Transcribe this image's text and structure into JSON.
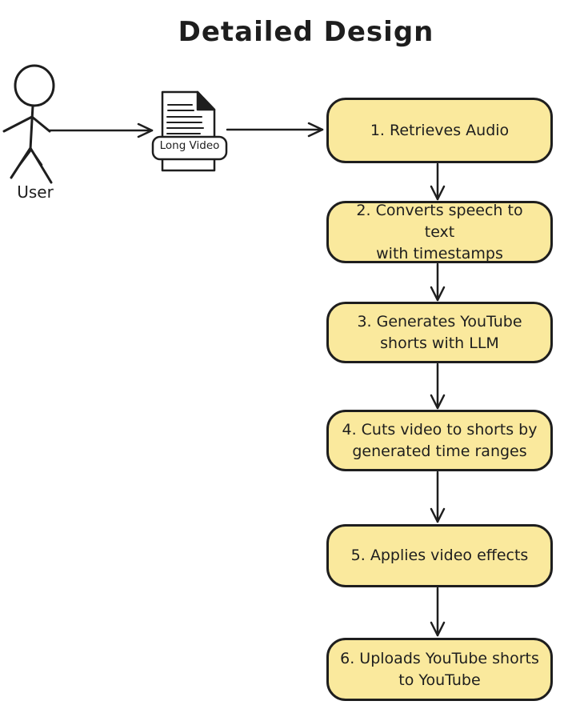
{
  "diagram": {
    "title": "Detailed Design",
    "actor": {
      "label": "User"
    },
    "artifact": {
      "label": "Long Video"
    },
    "steps": [
      {
        "label": "1. Retrieves Audio"
      },
      {
        "label": "2. Converts speech to text\nwith timestamps"
      },
      {
        "label": "3. Generates YouTube\nshorts with LLM"
      },
      {
        "label": "4. Cuts video to shorts by\ngenerated time ranges"
      },
      {
        "label": "5. Applies video effects"
      },
      {
        "label": "6. Uploads YouTube shorts\nto YouTube"
      }
    ],
    "icons": [
      {
        "name": "user-stick-figure-icon"
      },
      {
        "name": "long-video-document-icon"
      }
    ],
    "colors": {
      "stroke": "#1e1e1e",
      "box_fill": "#fae99d",
      "canvas_bg": "#ffffff"
    }
  }
}
